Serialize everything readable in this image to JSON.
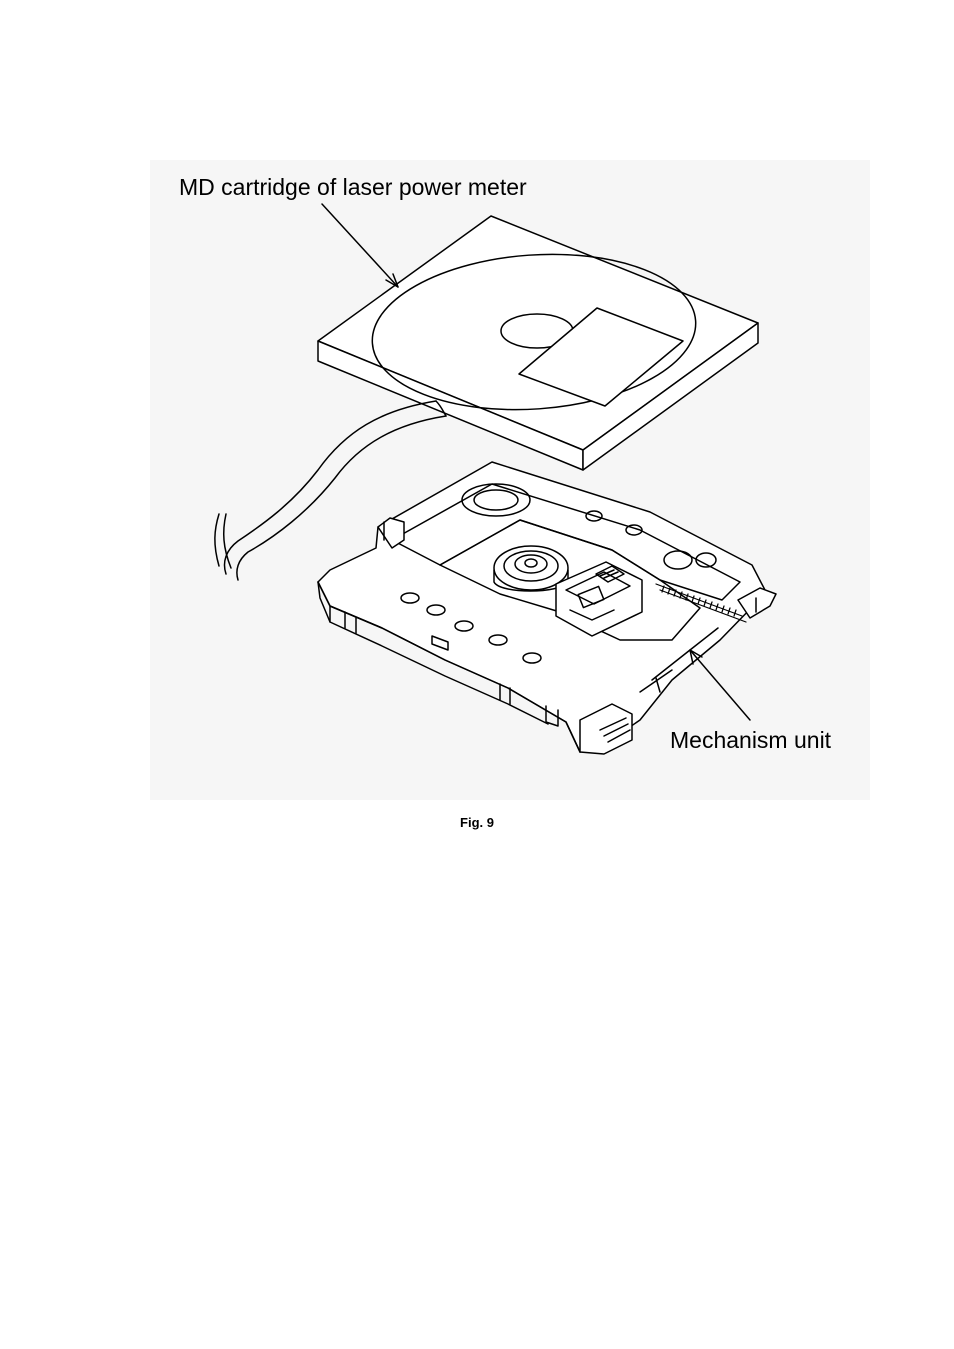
{
  "figure": {
    "caption": "Fig. 9",
    "callouts": {
      "cartridge": "MD cartridge of laser power meter",
      "mechanism": "Mechanism unit"
    },
    "colors": {
      "ink": "#000000",
      "paper": "#ffffff",
      "background": "#f6f6f6"
    }
  }
}
